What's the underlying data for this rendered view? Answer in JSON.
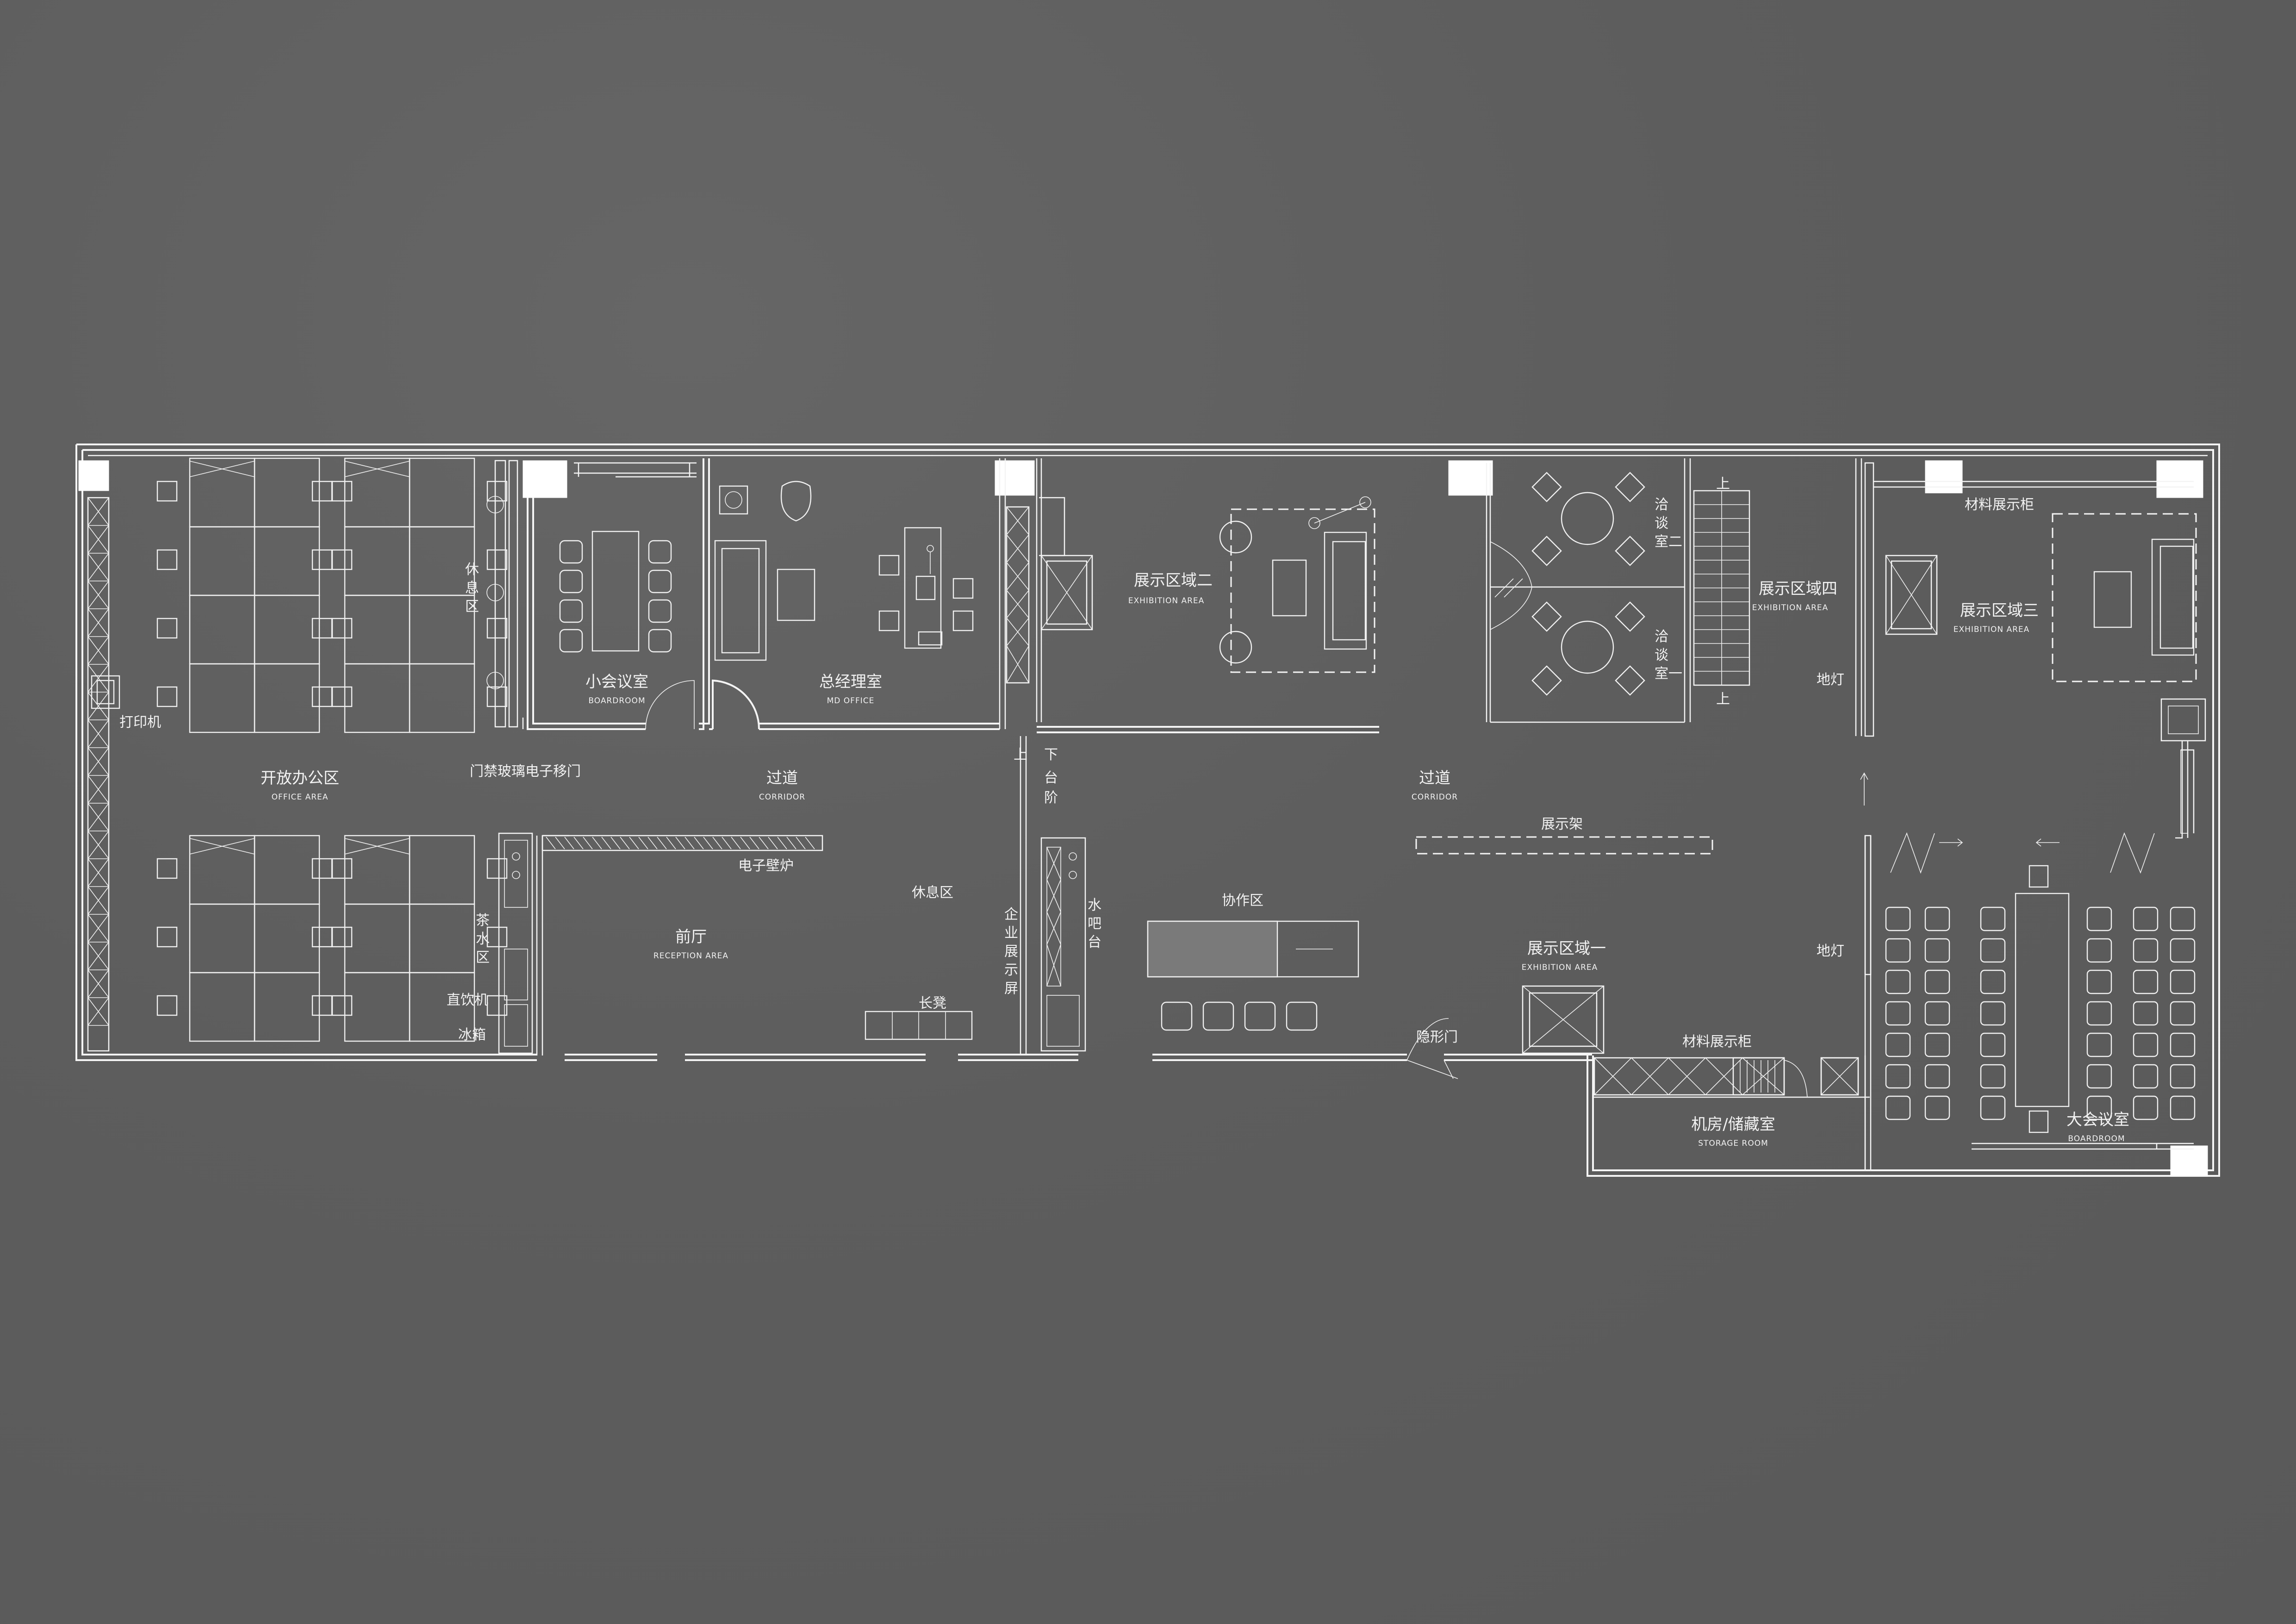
{
  "labels": {
    "office_area_cn": "开放办公区",
    "office_area_en": "OFFICE AREA",
    "printer": "打印机",
    "rest_v1": "休",
    "rest_v2": "息",
    "rest_v3": "区",
    "boardroom_small_cn": "小会议室",
    "boardroom_small_en": "BOARDROOM",
    "md_office_cn": "总经理室",
    "md_office_en": "MD OFFICE",
    "exhibition2_cn": "展示区域二",
    "exhibition2_en": "EXHIBITION AREA",
    "neg2_v1": "洽",
    "neg2_v2": "谈",
    "neg2_v3": "室二",
    "neg1_v1": "洽",
    "neg1_v2": "谈",
    "neg1_v3": "室一",
    "up": "上",
    "exhibition4_cn": "展示区域四",
    "exhibition4_en": "EXHIBITION AREA",
    "material_cabinet": "材料展示柜",
    "exhibition3_cn": "展示区域三",
    "exhibition3_en": "EXHIBITION AREA",
    "floor_light": "地灯",
    "glass_door": "门禁玻璃电子移门",
    "corridor_cn": "过道",
    "corridor_en": "CORRIDOR",
    "steps_v1": "下",
    "steps_v2": "台",
    "steps_v3": "阶",
    "display_rack": "展示架",
    "fireplace": "电子壁炉",
    "rest_area": "休息区",
    "tea_v1": "茶",
    "tea_v2": "水",
    "tea_v3": "区",
    "water_dispenser": "直饮机",
    "fridge": "冰箱",
    "reception_cn": "前厅",
    "reception_en": "RECEPTION AREA",
    "bench": "长凳",
    "screen_v1": "企",
    "screen_v2": "业",
    "screen_v3": "展",
    "screen_v4": "示",
    "screen_v5": "屏",
    "bar_v1": "水",
    "bar_v2": "吧",
    "bar_v3": "台",
    "collaboration": "协作区",
    "exhibition1_cn": "展示区域一",
    "exhibition1_en": "EXHIBITION AREA",
    "hidden_door": "隐形门",
    "storage_cn": "机房/储藏室",
    "storage_en": "STORAGE ROOM",
    "boardroom_large_cn": "大会议室",
    "boardroom_large_en": "BOARDROOM"
  }
}
